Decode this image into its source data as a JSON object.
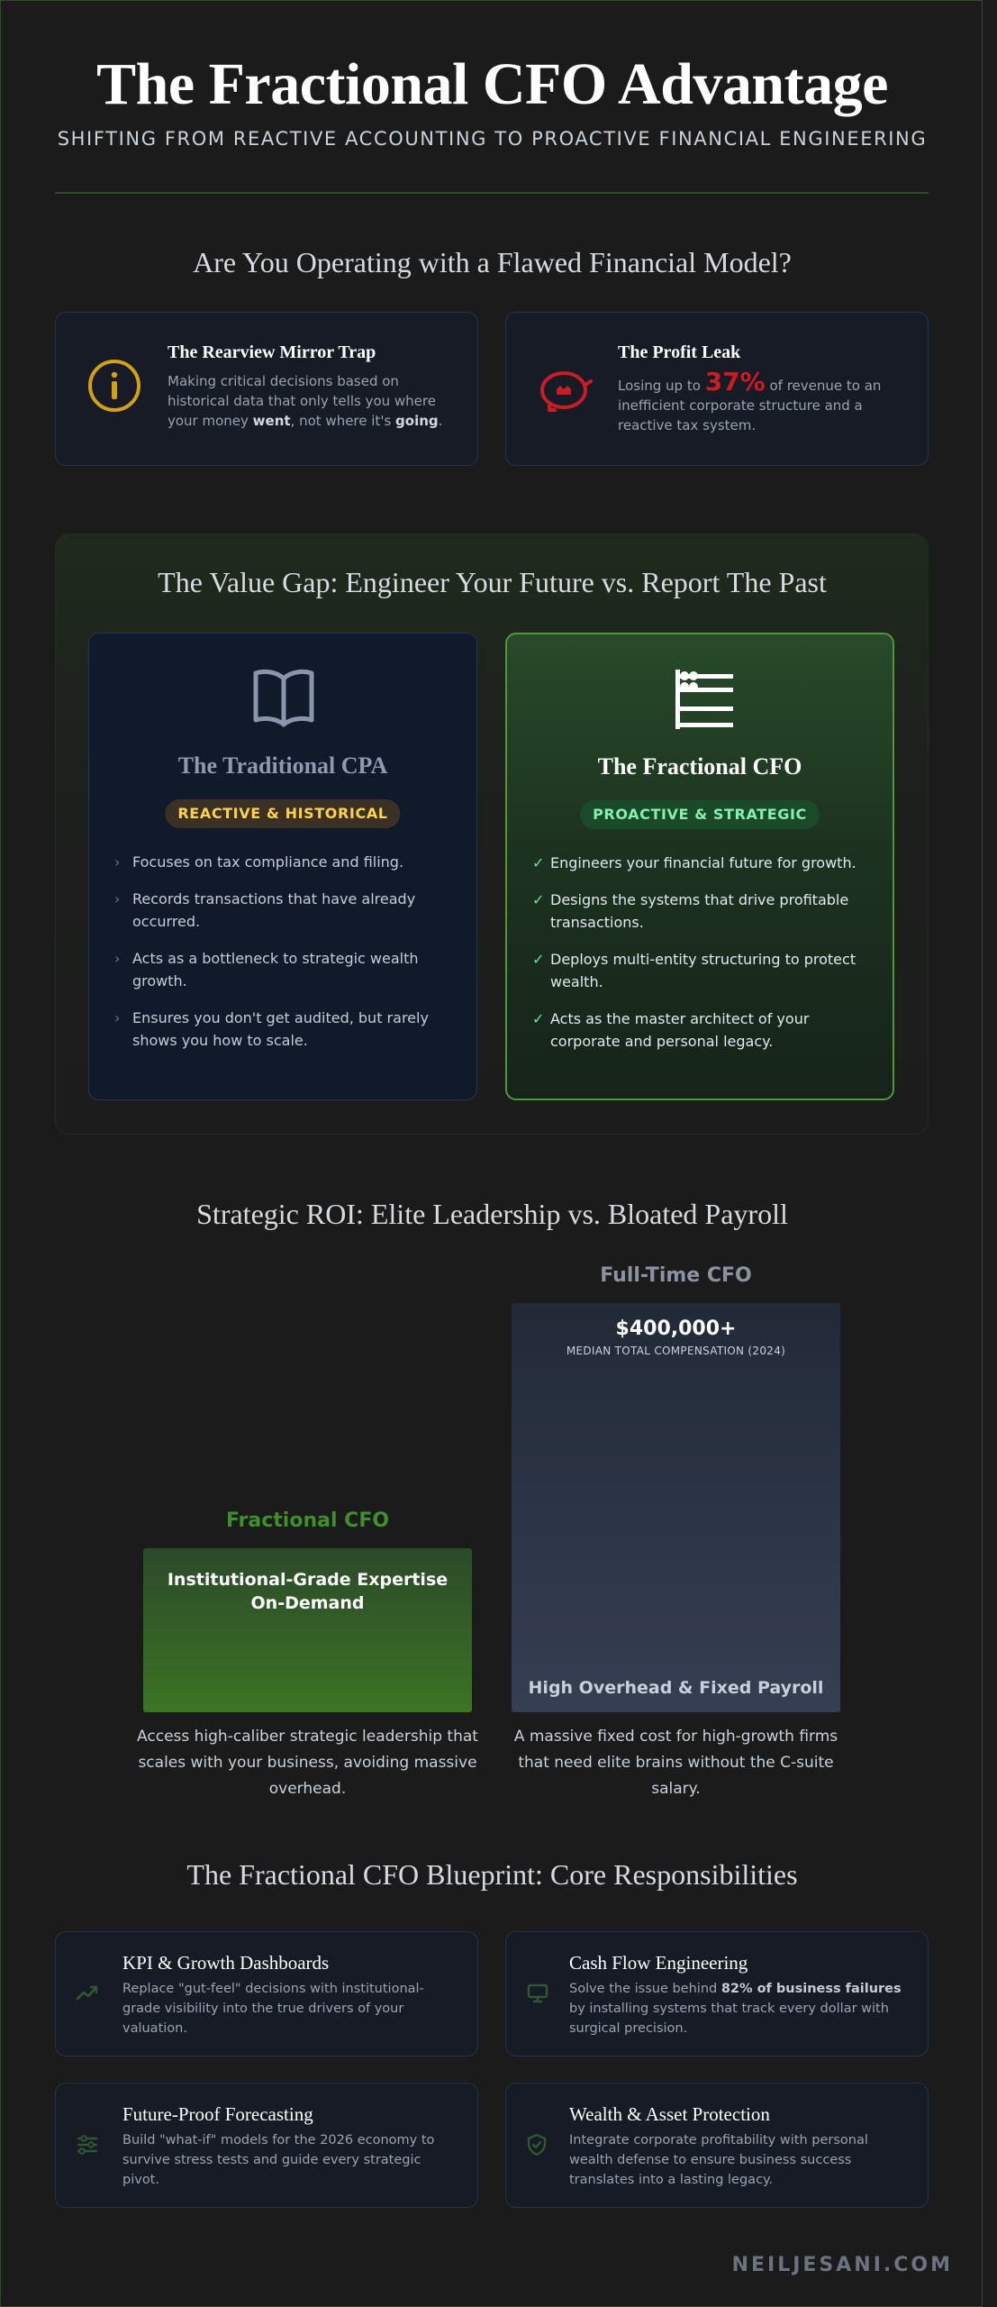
{
  "hero": {
    "title": "The Fractional CFO Advantage",
    "subtitle": "SHIFTING FROM REACTIVE ACCOUNTING TO PROACTIVE FINANCIAL ENGINEERING"
  },
  "problems": {
    "heading": "Are You Operating with a Flawed Financial Model?",
    "rearview": {
      "icon": "info-icon",
      "title": "The Rearview Mirror Trap",
      "text_before": "Making critical decisions based on historical data that only tells you where your money ",
      "em1": "went",
      "text_mid": ", not where it's ",
      "em2": "going",
      "text_after": "."
    },
    "leak": {
      "icon": "piggy-bank-icon",
      "title": "The Profit Leak",
      "text_before": "Losing up to ",
      "percent": "37%",
      "text_after": " of revenue to an inefficient corporate structure and a reactive tax system."
    }
  },
  "value_gap": {
    "heading": "The Value Gap: Engineer Your Future vs. Report The Past",
    "cpa": {
      "icon": "book-icon",
      "title": "The Traditional CPA",
      "badge": "REACTIVE & HISTORICAL",
      "items": [
        "Focuses on tax compliance and filing.",
        "Records transactions that have already occurred.",
        "Acts as a bottleneck to strategic wealth growth.",
        "Ensures you don't get audited, but rarely shows you how to scale."
      ]
    },
    "cfo": {
      "icon": "abacus-icon",
      "title": "The Fractional CFO",
      "badge": "PROACTIVE & STRATEGIC",
      "items": [
        "Engineers your financial future for growth.",
        "Designs the systems that drive profitable transactions.",
        "Deploys multi-entity structuring to protect wealth.",
        "Acts as the master architect of your corporate and personal legacy."
      ]
    },
    "colors": {
      "cpa_badge": "#fcd34d",
      "cfo_badge": "#86efac",
      "accent": "#4c9a36"
    }
  },
  "roi": {
    "heading": "Strategic ROI: Elite Leadership vs. Bloated Payroll",
    "fractional": {
      "label": "Fractional CFO",
      "bar_text": "Institutional-Grade Expertise On-Demand",
      "relative_height": 0.4,
      "caption": "Access high-caliber strategic leadership that scales with your business, avoiding massive overhead."
    },
    "fulltime": {
      "label": "Full-Time CFO",
      "value": "$400,000+",
      "value_note": "MEDIAN TOTAL COMPENSATION (2024)",
      "bar_text": "High Overhead & Fixed Payroll",
      "relative_height": 1.0,
      "caption": "A massive fixed cost for high-growth firms that need elite brains without the C-suite salary."
    }
  },
  "blueprint": {
    "heading": "The Fractional CFO Blueprint: Core Responsibilities",
    "kpi": {
      "icon": "trending-up-icon",
      "title": "KPI & Growth Dashboards",
      "text": "Replace \"gut-feel\" decisions with institutional-grade visibility into the true drivers of your valuation."
    },
    "cash": {
      "icon": "monitor-icon",
      "title": "Cash Flow Engineering",
      "text_before": "Solve the issue behind ",
      "strong": "82% of business failures",
      "text_after": " by installing systems that track every dollar with surgical precision."
    },
    "forecast": {
      "icon": "sliders-icon",
      "title": "Future-Proof Forecasting",
      "text": "Build \"what-if\" models for the 2026 economy to survive stress tests and guide every strategic pivot."
    },
    "wealth": {
      "icon": "shield-check-icon",
      "title": "Wealth & Asset Protection",
      "text": "Integrate corporate profitability with personal wealth defense to ensure business success translates into a lasting legacy."
    }
  },
  "footer": {
    "site": "NEILJESANI.COM"
  }
}
